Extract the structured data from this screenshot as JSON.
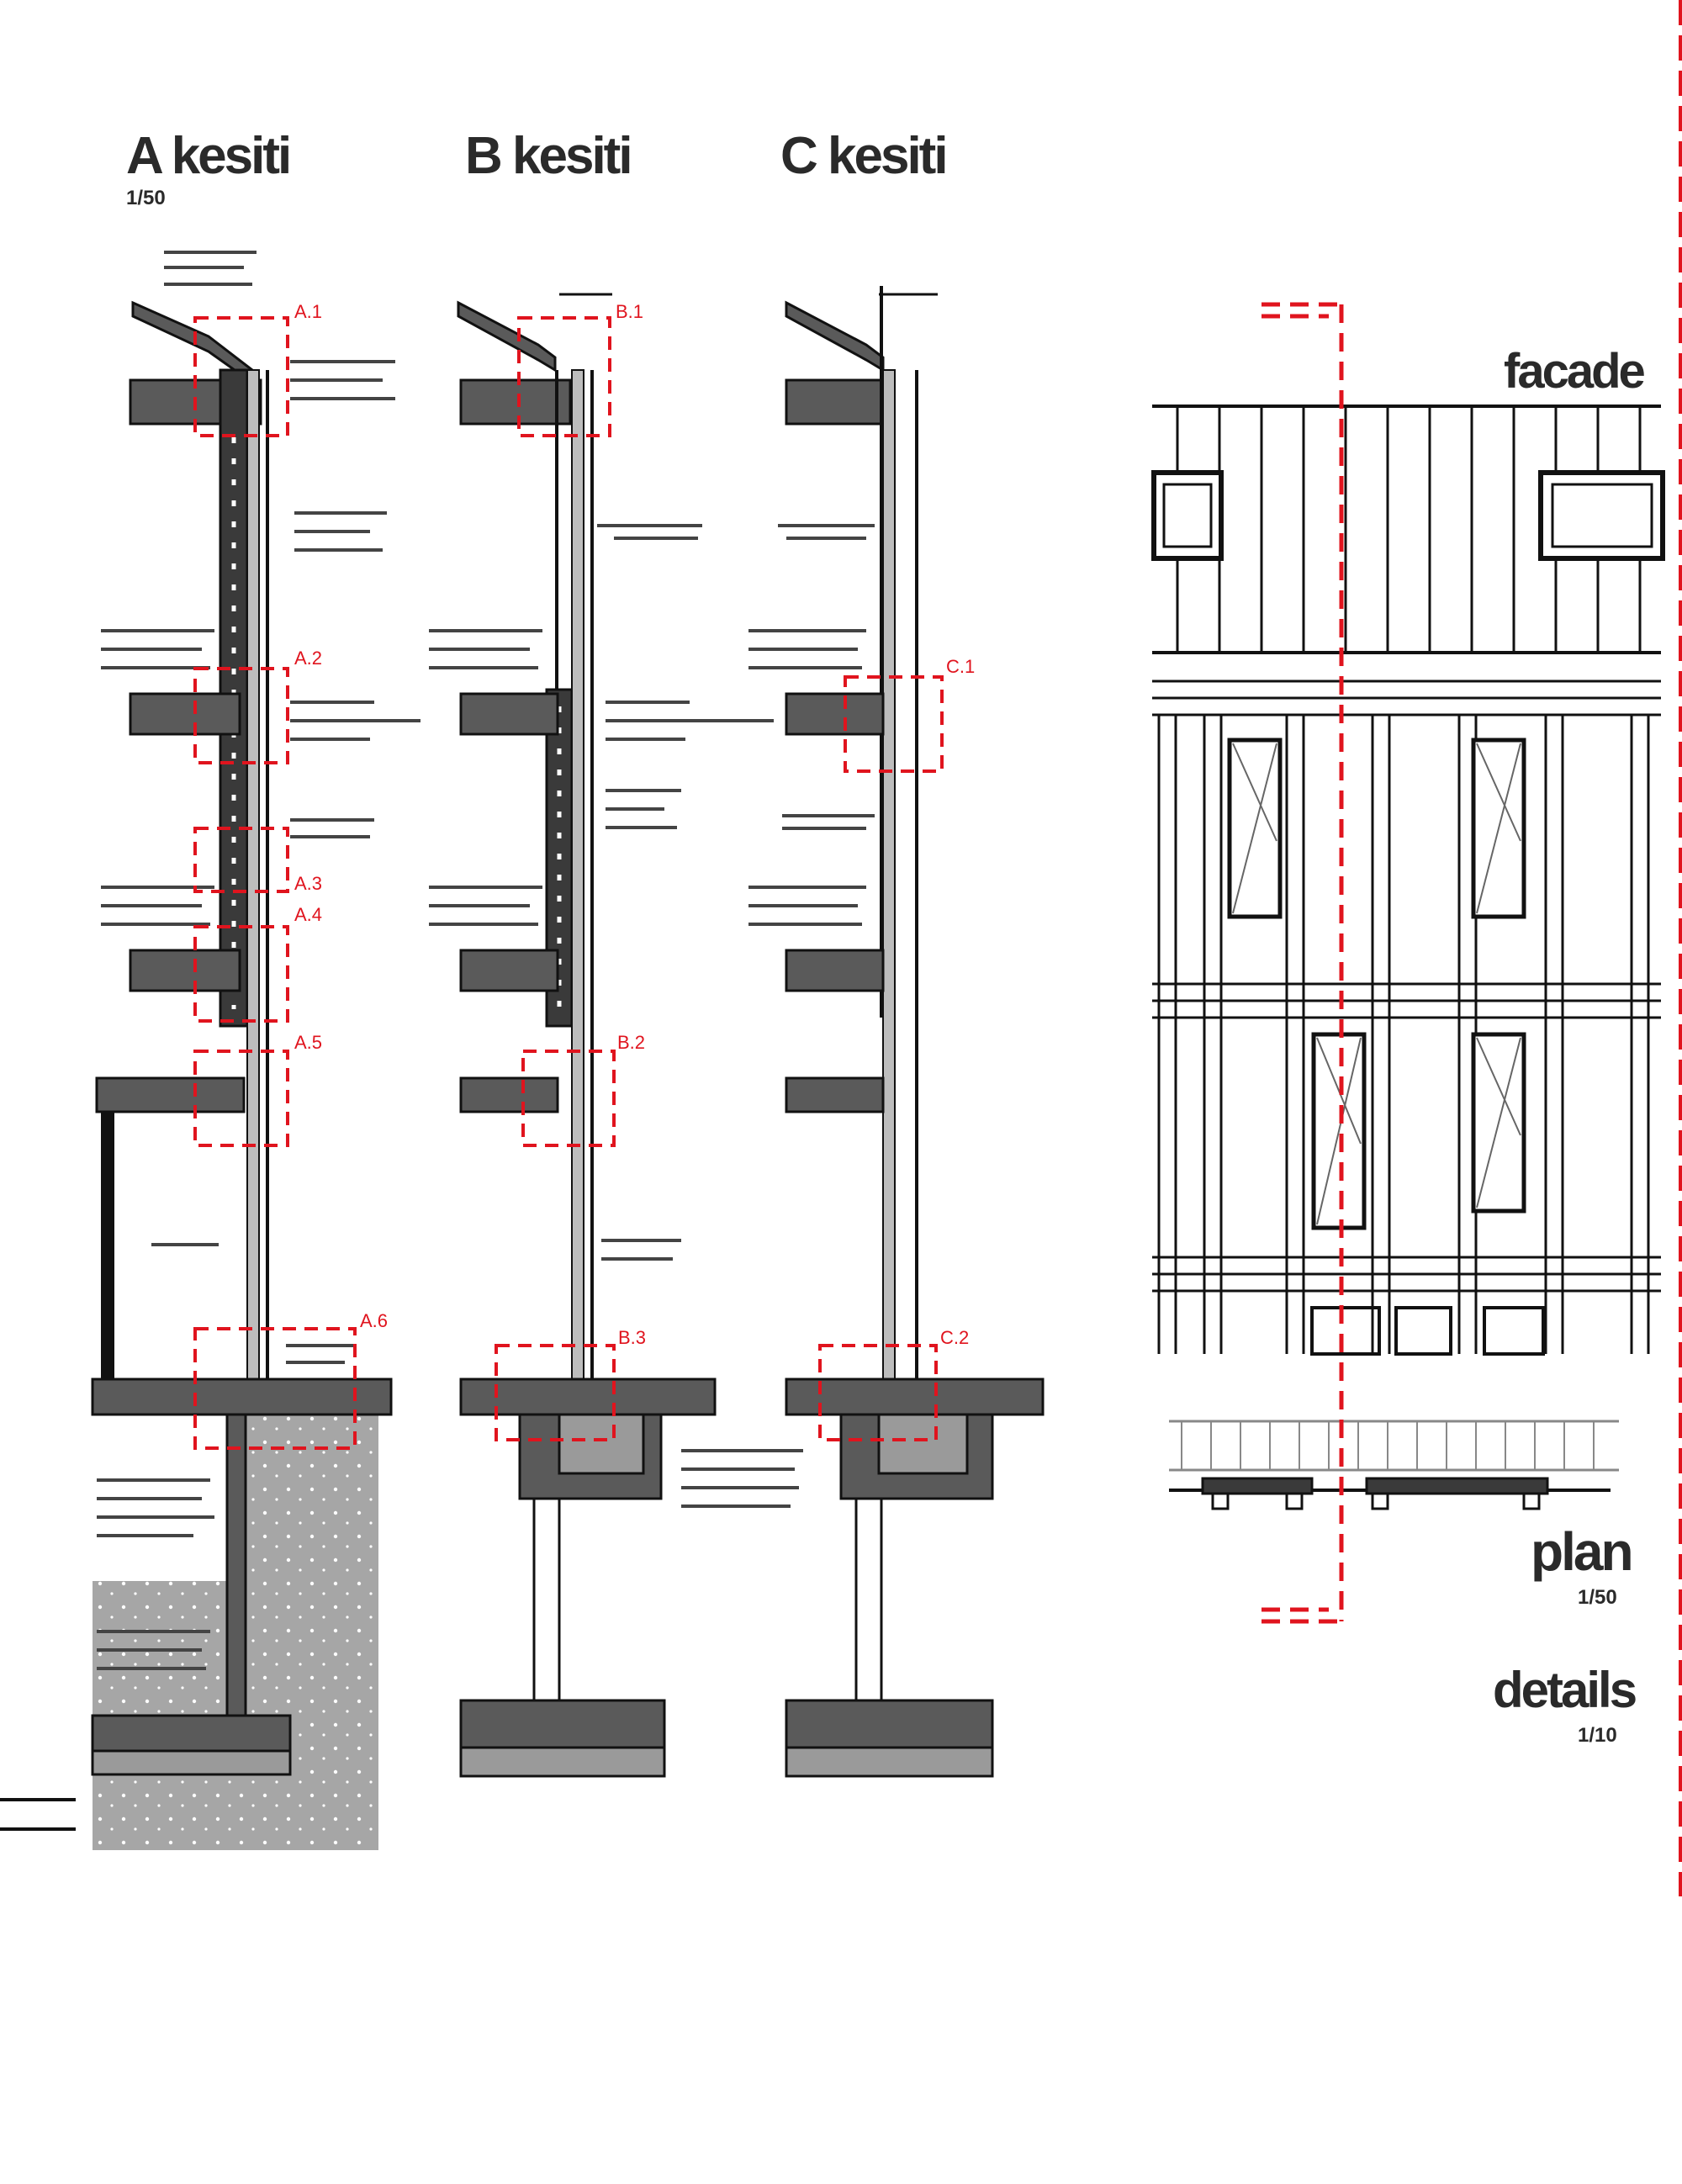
{
  "sections": [
    {
      "title": "A kesiti",
      "scale": "1/50"
    },
    {
      "title": "B kesiti",
      "scale": ""
    },
    {
      "title": "C kesiti",
      "scale": ""
    }
  ],
  "views": {
    "facade": {
      "title": "facade"
    },
    "plan": {
      "title": "plan",
      "scale": "1/50"
    },
    "details": {
      "title": "details",
      "scale": "1/10"
    }
  },
  "detail_tags": {
    "a1": "A.1",
    "a2": "A.2",
    "a3": "A.3",
    "a4": "A.4",
    "a5": "A.5",
    "a6": "A.6",
    "b1": "B.1",
    "b2": "B.2",
    "b3": "B.3",
    "c1": "C.1",
    "c2": "C.2"
  },
  "colors": {
    "accent_red": "#e0141e",
    "ink": "#111111",
    "slab_grey": "#5a5a5a",
    "concrete_grey": "#9a9a9a",
    "soil_grey": "#a6a6a6"
  }
}
